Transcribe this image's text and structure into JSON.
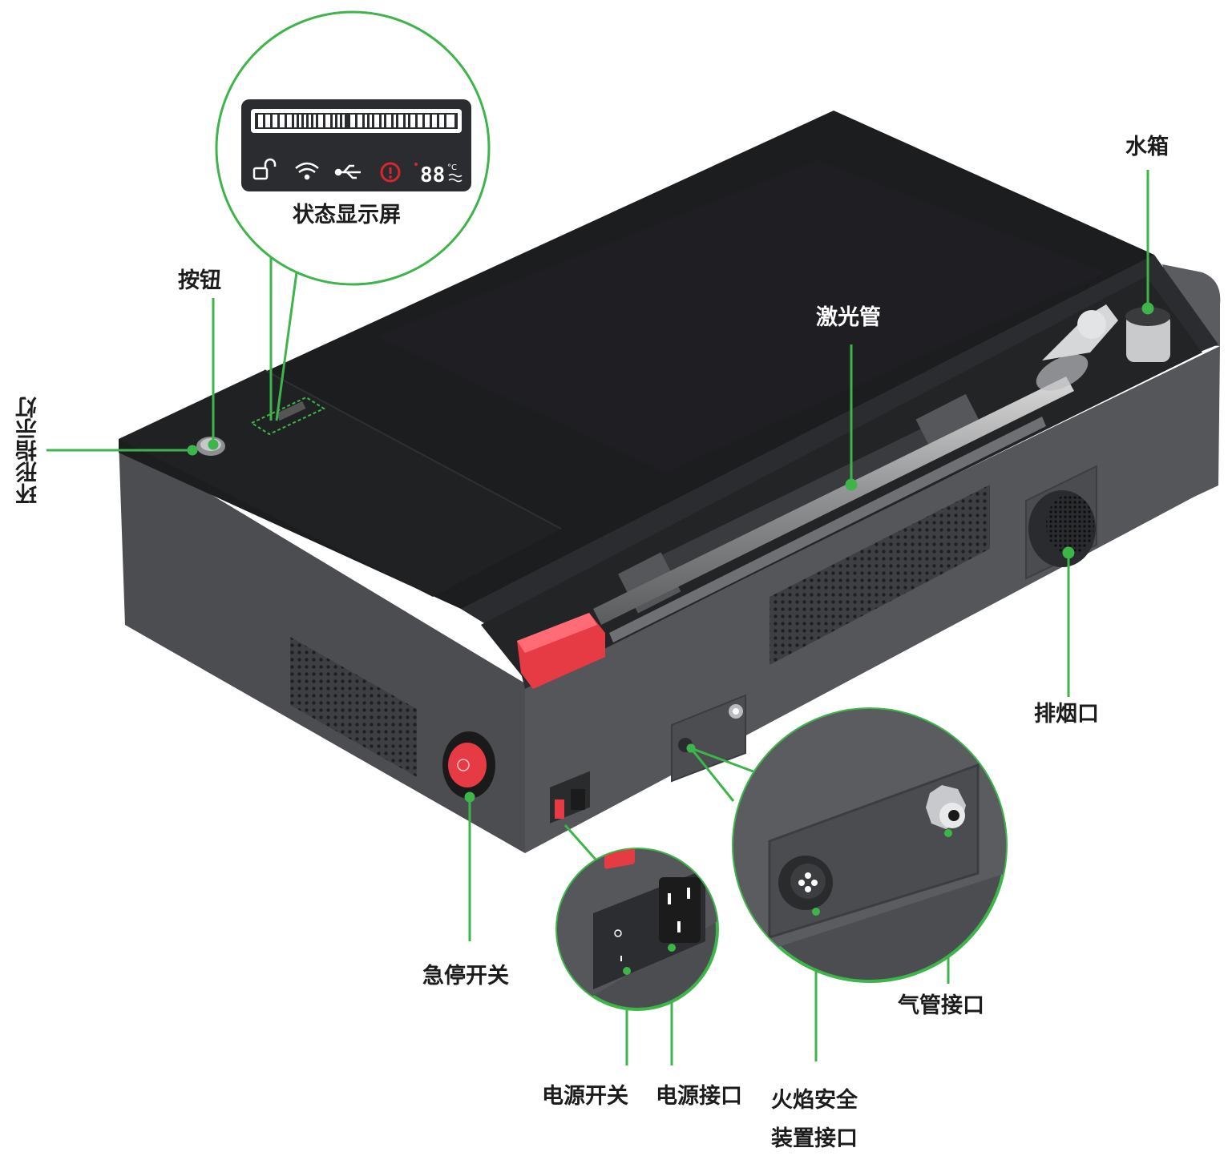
{
  "diagram": {
    "labels": {
      "ring_light": "环形指示灯",
      "button": "按钮",
      "status_display": "状态显示屏",
      "laser_tube": "激光管",
      "water_tank": "水箱",
      "exhaust_port": "排烟口",
      "emergency_stop": "急停开关",
      "power_switch": "电源开关",
      "power_socket": "电源接口",
      "flame_safety_line1": "火焰安全",
      "flame_safety_line2": "装置接口",
      "air_pipe": "气管接口"
    },
    "status_screen": {
      "temperature_digits": "88",
      "temperature_unit": "°C",
      "icons": [
        "unlock-icon",
        "wifi-icon",
        "usb-icon",
        "alert-icon",
        "temperature-readout"
      ]
    },
    "power_switch_marks": {
      "on": "I",
      "off": "O"
    },
    "colors": {
      "callout_green": "#3db54a",
      "machine_body": "#4a4c50",
      "lid": "#1b1c1e",
      "stop_red": "#e63a45",
      "alert_red": "#d6262e"
    }
  }
}
